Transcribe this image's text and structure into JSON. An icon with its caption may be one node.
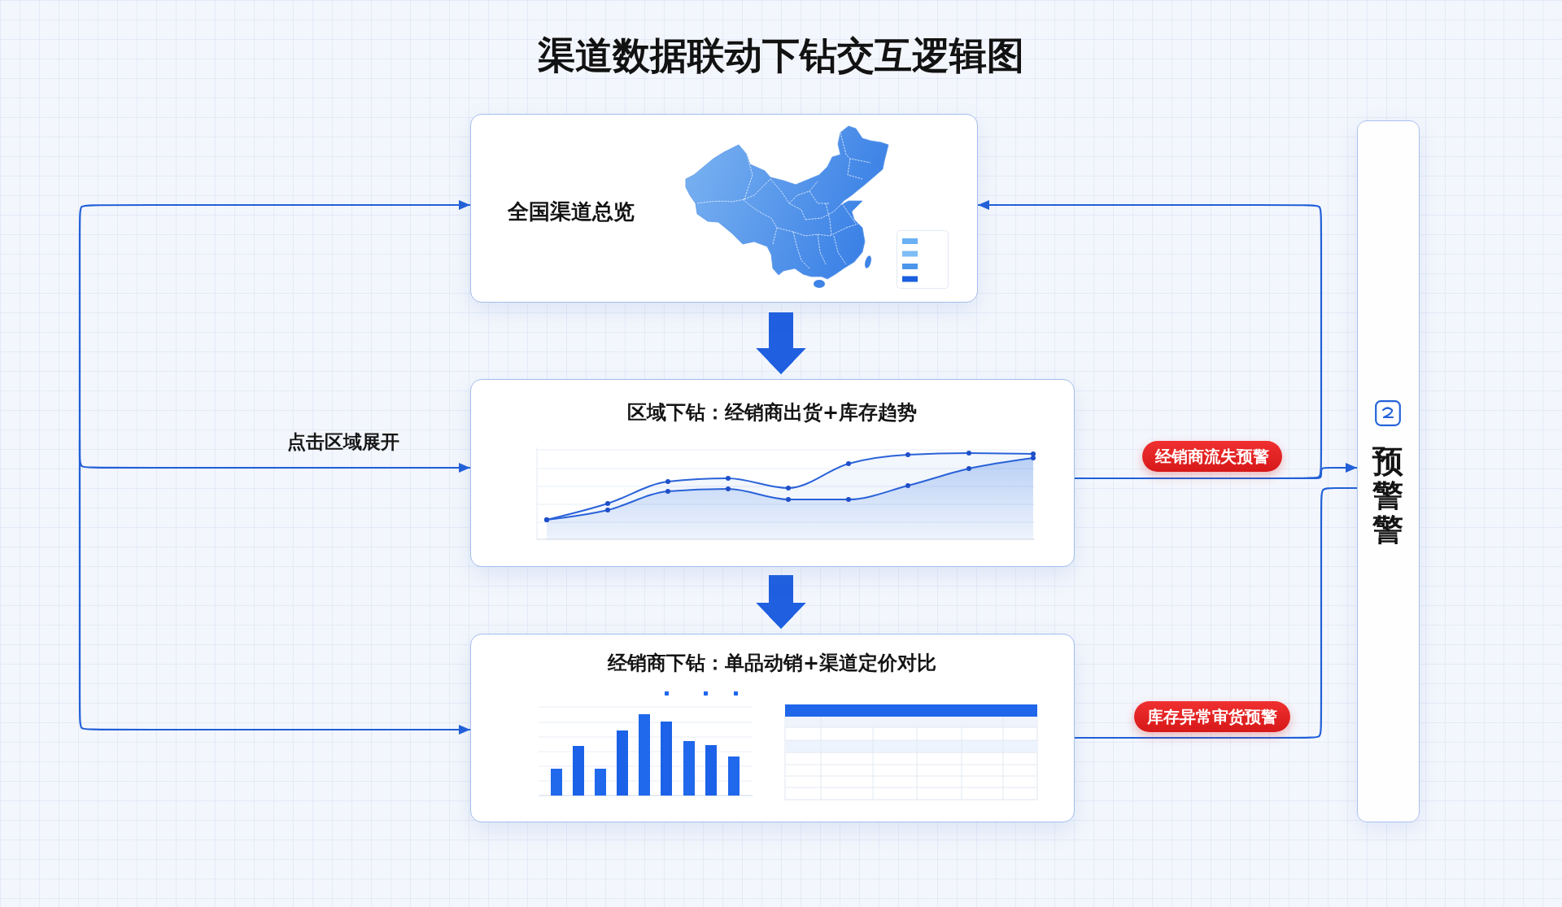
{
  "diagram": {
    "title": "渠道数据联动下钻交互逻辑图",
    "nodes": [
      {
        "text": [
          "全国渠道总览"
        ]
      },
      {
        "text": [
          "区域下钻：经销商出货+库存趋势"
        ]
      },
      {
        "text": [
          "经销商下钻：单品动销+渠道定价对比"
        ]
      },
      {
        "text": [
          "预警警"
        ]
      }
    ],
    "edges": [
      {
        "from": null,
        "to": 0,
        "arrow": "to"
      },
      {
        "from": null,
        "to": 1,
        "arrow": "to",
        "label": "点击区域展开"
      },
      {
        "from": null,
        "to": 2,
        "arrow": "to"
      },
      {
        "from": 0,
        "to": 1,
        "arrow": "to",
        "style": "thick"
      },
      {
        "from": 1,
        "to": 2,
        "arrow": "to",
        "style": "thick"
      },
      {
        "from": 1,
        "to": 0,
        "arrow": "to"
      },
      {
        "from": 1,
        "to": 3,
        "arrow": "to",
        "label": "经销商流失预警"
      },
      {
        "from": 2,
        "to": 3,
        "arrow": "none",
        "label": "库存异常审货预警"
      }
    ]
  }
}
